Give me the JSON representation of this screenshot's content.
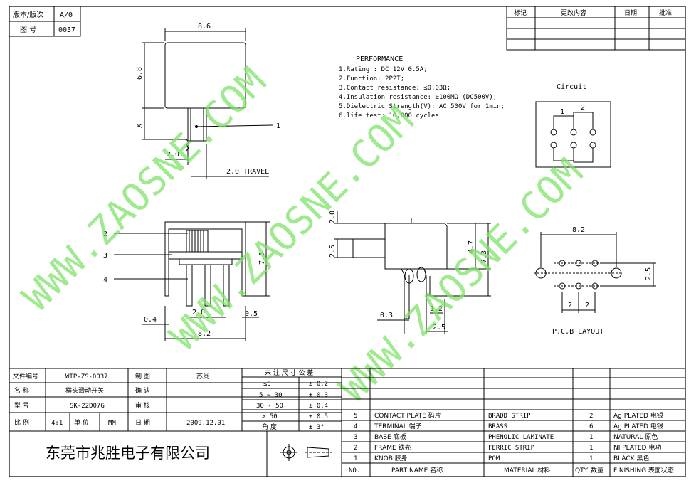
{
  "header": {
    "version_label": "版本/版次",
    "version_value": "A/0",
    "drawing_no_label": "图  号",
    "drawing_no_value": "0037"
  },
  "revision": {
    "cols": [
      "标记",
      "更改内容",
      "日期",
      "批准"
    ]
  },
  "performance": {
    "title": "PERFORMANCE",
    "lines": [
      "1.Rating : DC 12V 0.5A;",
      "2.Function: 2P2T;",
      "3.Contact resistance: ≤0.03Ω;",
      "4.Insulation resistance: ≥100MΩ (DC500V);",
      "5.Dielectric Strength(V): AC 500V for 1min;",
      "6.life test: 10,000 cycles."
    ]
  },
  "circuit": {
    "title": "Circuit",
    "label_1": "1",
    "label_2": "2"
  },
  "top_view": {
    "dim_width": "8.6",
    "dim_height": "6.8",
    "dim_x": "X",
    "dim_2_0": "2.0",
    "travel": "2.0 TRAVEL",
    "callout_1": "1"
  },
  "front_view": {
    "callouts": [
      "2",
      "3",
      "4"
    ],
    "dim_7_5": "7.5",
    "dim_2_0": "2.0",
    "dim_0_5": "0.5",
    "dim_0_4": "0.4",
    "dim_8_2": "8.2"
  },
  "side_view": {
    "dim_2_0": "2.0",
    "dim_2_5": "2.5",
    "dim_4_7": "4.7",
    "dim_7_3": "7.3",
    "dim_0_3": "0.3",
    "dim_1_2": "1.2",
    "dim_2_5b": "2.5"
  },
  "pcb": {
    "dim_8_2": "8.2",
    "dim_2_5": "2.5",
    "dim_2a": "2",
    "dim_2b": "2",
    "title": "P.C.B LAYOUT"
  },
  "watermark": "WWW.ZAOSNE.COM",
  "title_block": {
    "file_no_label": "文件编号",
    "file_no": "WIP-ZS-0037",
    "name_label": "名  称",
    "name": "横头滑动开关",
    "model_label": "型  号",
    "model": "SK-22D07G",
    "scale_label": "比  例",
    "scale": "4:1",
    "unit_label": "单 位",
    "unit": "MM",
    "made_label": "制  图",
    "made_by": "苏炎",
    "confirm_label": "确  认",
    "review_label": "审  核",
    "date_label": "日  期",
    "date": "2009.12.01",
    "company": "东莞市兆胜电子有限公司"
  },
  "tolerance": {
    "title": "未 注 尺 寸 公 差",
    "rows": [
      [
        "≤5",
        "± 0.2"
      ],
      [
        "5 ~ 30",
        "± 0.3"
      ],
      [
        "30 - 50",
        "± 0.4"
      ],
      [
        "> 50",
        "± 0.5"
      ],
      [
        "角  度",
        "± 3°"
      ]
    ]
  },
  "bom": {
    "headers": [
      "NO.",
      "PART  NAME  名称",
      "MATERIAL 材料",
      "QTY. 数量",
      "FINISHING 表面状态"
    ],
    "rows": [
      [
        "5",
        "CONTACT PLATE  码片",
        "BRADD STRIP",
        "2",
        "Ag PLATED  电银"
      ],
      [
        "4",
        "TERMINAL  端子",
        "BRASS",
        "6",
        "Ag PLATED  电银"
      ],
      [
        "3",
        "BASE  底板",
        "PHENOLIC LAMINATE",
        "1",
        "NATURAL 原色"
      ],
      [
        "2",
        "FRAME  铁壳",
        "FERRIC STRIP",
        "1",
        "NI PLATED  电功"
      ],
      [
        "1",
        "KNOB  胶身",
        "POM",
        "1",
        "BLACK 黑色"
      ]
    ]
  }
}
